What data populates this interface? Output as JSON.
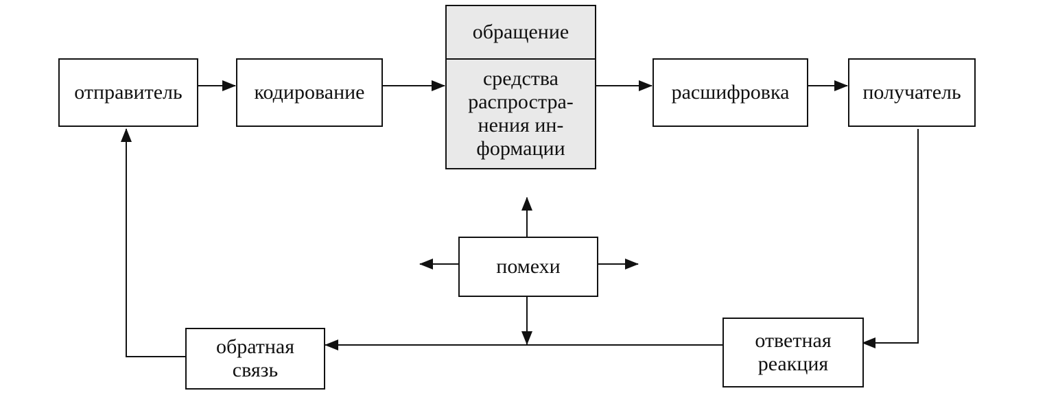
{
  "nodes": {
    "sender": "отправитель",
    "encoding": "кодирование",
    "appeal": "обращение",
    "media": "средства\nраспростра-\nнения ин-\nформации",
    "decoding": "расшифровка",
    "receiver": "получатель",
    "noise": "помехи",
    "response": "ответная\nреакция",
    "feedback": "обратная\nсвязь"
  },
  "colors": {
    "line": "#111111",
    "box_fill": "#ffffff",
    "media_fill": "#e9e9e9"
  }
}
